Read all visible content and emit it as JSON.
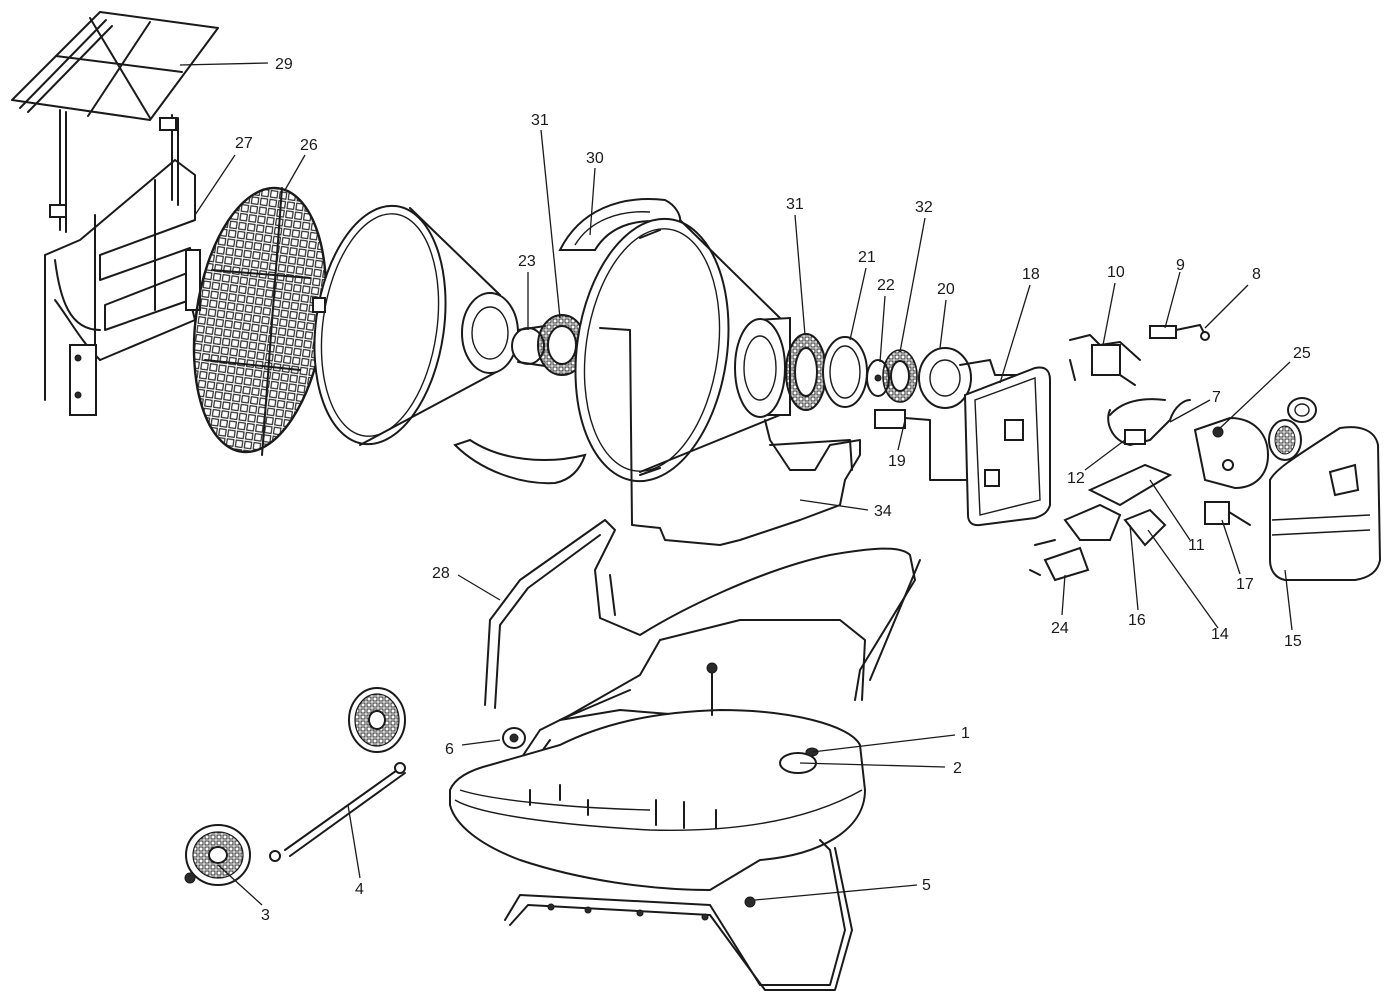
{
  "callouts": [
    "1",
    "2",
    "3",
    "4",
    "5",
    "6",
    "7",
    "8",
    "9",
    "10",
    "11",
    "12",
    "14",
    "15",
    "16",
    "17",
    "18",
    "19",
    "20",
    "21",
    "22",
    "23",
    "24",
    "25",
    "26",
    "27",
    "28",
    "29",
    "30",
    "31",
    "31",
    "32",
    "34"
  ]
}
